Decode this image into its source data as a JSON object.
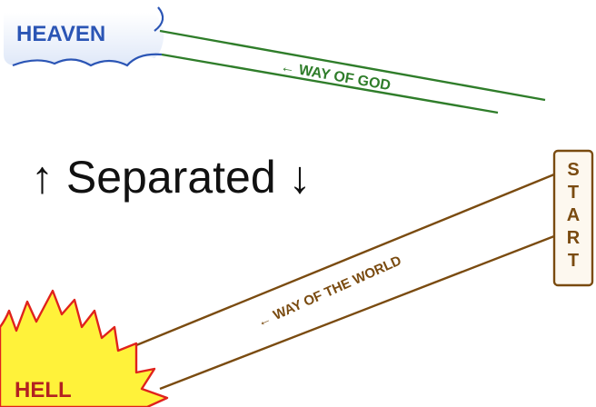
{
  "heaven": {
    "label": "HEAVEN",
    "color": "#2b55b5"
  },
  "way_of_god": {
    "label": "← WAY OF GOD",
    "color": "#2f7d2a"
  },
  "heading": {
    "text": "↑ Separated ↓",
    "color": "#111111"
  },
  "start": {
    "letters": [
      "S",
      "T",
      "A",
      "R",
      "T"
    ],
    "color": "#7a4b10"
  },
  "way_of_world": {
    "label": "← WAY OF THE WORLD",
    "color": "#7a4b10"
  },
  "hell": {
    "label": "HELL",
    "flame_color": "#fff23a",
    "outline_color": "#e0221c",
    "text_color": "#b32121"
  }
}
